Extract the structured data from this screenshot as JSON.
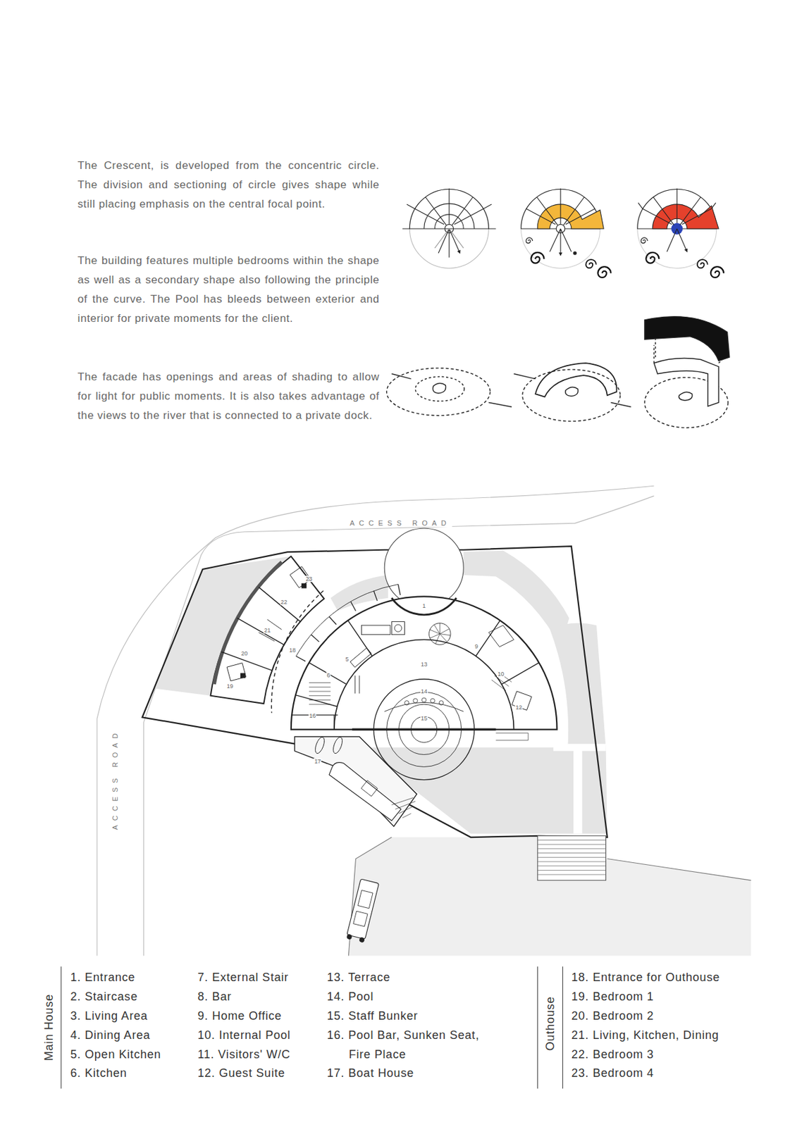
{
  "diagram": {
    "labels": [
      "The Crescent, is developed from the concentric circle. The division and sectioning of circle gives shape while still placing emphasis on the central focal point.",
      "The building features multiple bedrooms within the shape as well as a secondary shape also following the principle of the curve. The Pool has bleeds between exterior and interior for private moments for the client.",
      "The facade has openings and areas of shading to allow for light for public moments. It is also takes advantage of the views to the river that is connected to a private dock.",
      "ACCESS ROAD",
      "ACCESS ROAD",
      "23",
      "22",
      "21",
      "20",
      "19",
      "18",
      "1",
      "5",
      "6",
      "9",
      "10",
      "12",
      "13",
      "14",
      "15",
      "16",
      "17",
      "Main House",
      "1. Entrance",
      "2. Staircase",
      "3. Living Area",
      "4. Dining Area",
      "5. Open Kitchen",
      "6. Kitchen",
      "7. External Stair",
      "8. Bar",
      "9. Home Office",
      "10. Internal Pool",
      "11. Visitors' W/C",
      "12. Guest Suite",
      "13. Terrace",
      "14. Pool",
      "15. Staff Bunker",
      "16. Pool Bar, Sunken Seat, Fire Place",
      "17. Boat House",
      "Outhouse",
      "18. Entrance for Outhouse",
      "19. Bedroom 1",
      "20. Bedroom 2",
      "21. Living, Kitchen, Dining",
      "22. Bedroom 3",
      "23. Bedroom 4"
    ]
  }
}
